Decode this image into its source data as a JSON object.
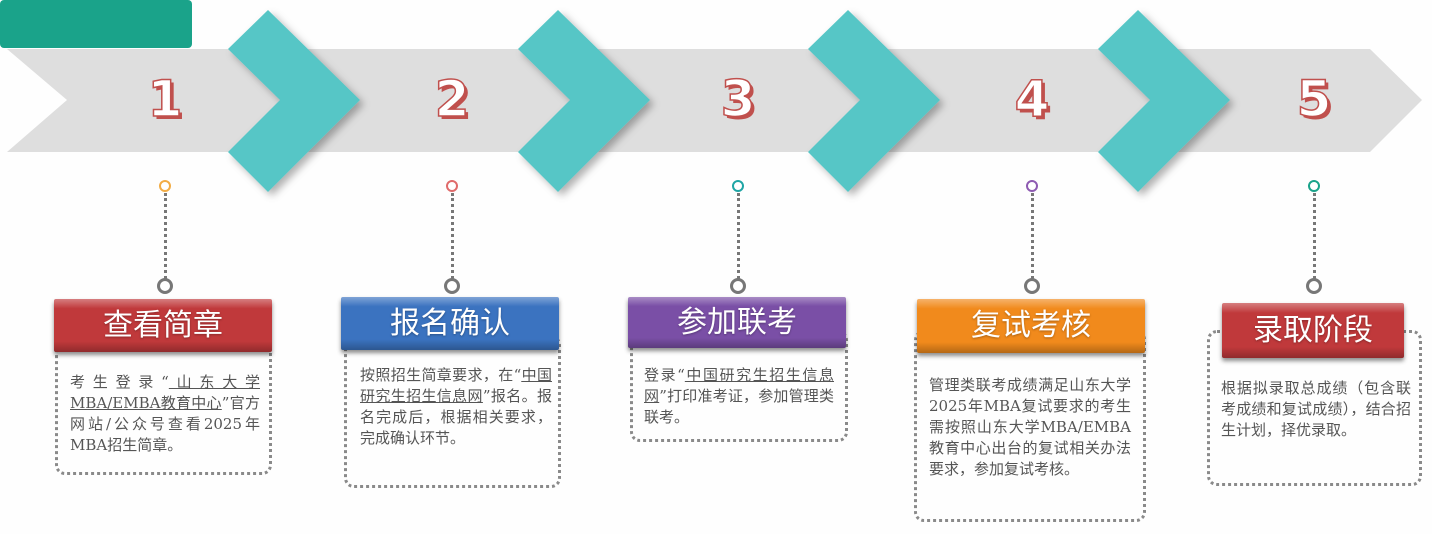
{
  "colors": {
    "band": "#dedede",
    "chevron": "#56c6c6",
    "number": "#c0504d"
  },
  "steps": [
    {
      "number": "1",
      "title": "查看简章",
      "title_color": "#c0393b",
      "dot_color": "#f2ac45",
      "desc_pre": "考生登录“",
      "desc_link": "山东大学MBA/EMBA教育中心",
      "desc_post": "”官方网站/公众号查看2025年MBA招生简章。"
    },
    {
      "number": "2",
      "title": "报名确认",
      "title_color": "#3b73c0",
      "dot_color": "#e06b6b",
      "desc_pre": "按照招生简章要求，在“",
      "desc_link": "中国研究生招生信息网",
      "desc_post": "”报名。报名完成后，根据相关要求，完成确认环节。"
    },
    {
      "number": "3",
      "title": "参加联考",
      "title_color": "#7a4fa6",
      "dot_color": "#1fa5a5",
      "desc_pre": "登录“",
      "desc_link": "中国研究生招生信息网",
      "desc_post": "”打印准考证，参加管理类联考。"
    },
    {
      "number": "4",
      "title": "复试考核",
      "title_color": "#f18a1c",
      "dot_color": "#8e5bb2",
      "desc_pre": "管理类联考成绩满足山东大学2025年MBA复试要求的考生需按照山东大学MBA/EMBA教育中心出台的复试相关办法要求，参加复试考核。",
      "desc_link": "",
      "desc_post": ""
    },
    {
      "number": "5",
      "title": "录取阶段",
      "title_color": "#c0393b",
      "dot_color": "#1aa38a",
      "desc_pre": "根据拟录取总成绩（包含联考成绩和复试成绩），结合招生计划，择优录取。",
      "desc_link": "",
      "desc_post": ""
    }
  ]
}
